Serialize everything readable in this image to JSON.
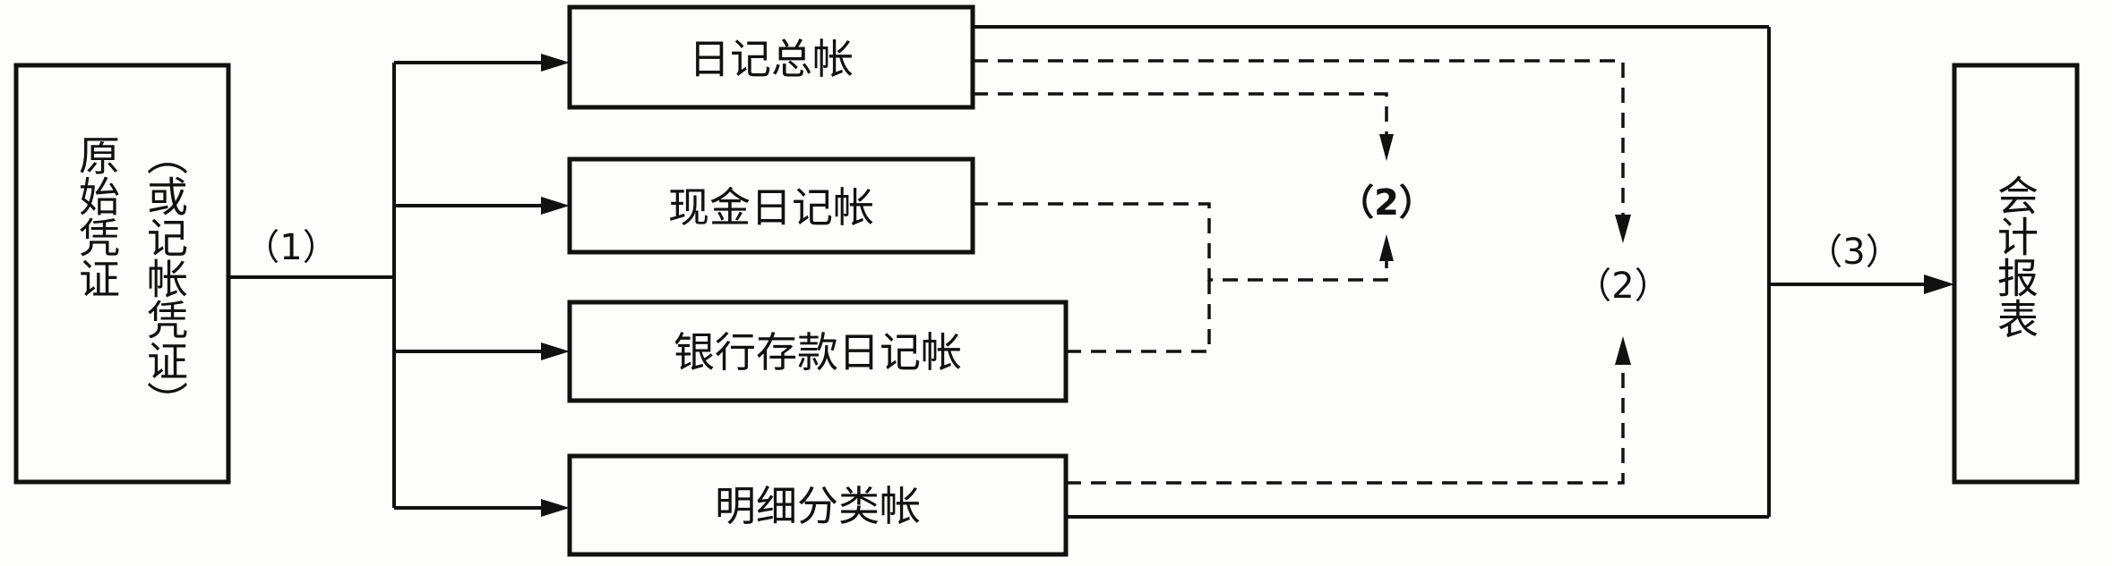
{
  "diagram": {
    "source_box": {
      "line1": "原始凭证",
      "line2": "（或记帐凭证）"
    },
    "ledgers": {
      "general_journal": "日记总帐",
      "cash_journal": "现金日记帐",
      "bank_journal": "银行存款日记帐",
      "subsidiary_ledger": "明细分类帐"
    },
    "report_box": "会计报表",
    "steps": {
      "step1": "（1）",
      "step2a": "（2）",
      "step2b": "（2）",
      "step3": "（3）"
    }
  }
}
